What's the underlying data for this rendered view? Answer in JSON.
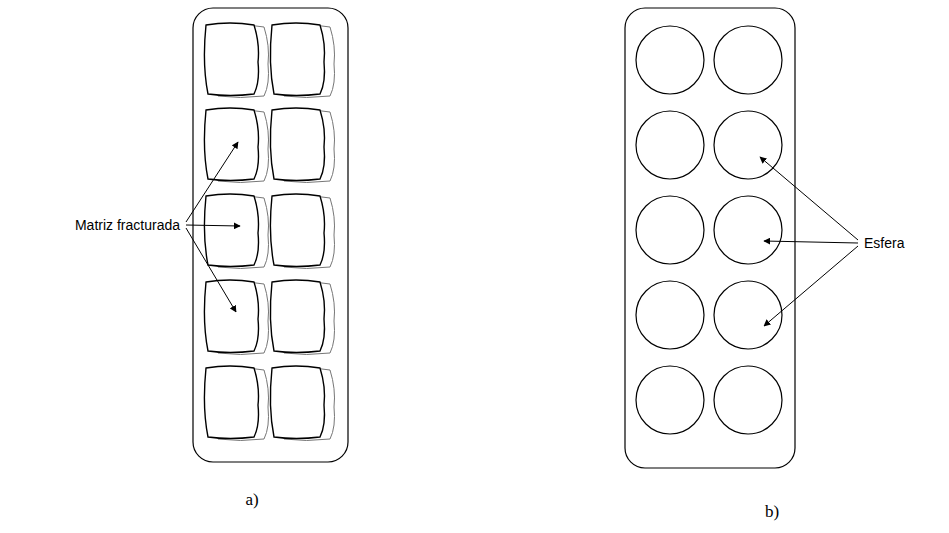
{
  "diagram": {
    "labels": [
      "Matriz fracturada",
      "Esfera",
      "a)",
      "b)"
    ]
  }
}
